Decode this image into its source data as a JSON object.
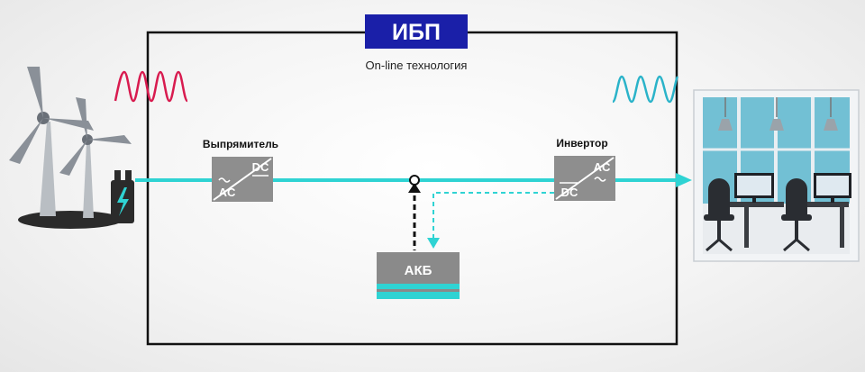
{
  "ups": {
    "title": "ИБП",
    "subtitle": "On-line технология",
    "title_bg": "#1a1fa8"
  },
  "rectifier": {
    "name": "Выпрямитель",
    "in_label": "AC",
    "out_label": "DC"
  },
  "inverter": {
    "name": "Инвертор",
    "in_label": "DC",
    "out_label": "AC"
  },
  "battery": {
    "label": "АКБ"
  },
  "colors": {
    "flow": "#2fd3d3",
    "input_wave": "#d81b4f",
    "output_wave": "#2ab3c9",
    "frame": "#111111",
    "converter": "#8e8e8e",
    "battery_body": "#8a8a8a"
  },
  "icons": {
    "source": "wind-turbine-icon",
    "plug": "power-plug-icon",
    "load": "office-workplace-icon"
  }
}
